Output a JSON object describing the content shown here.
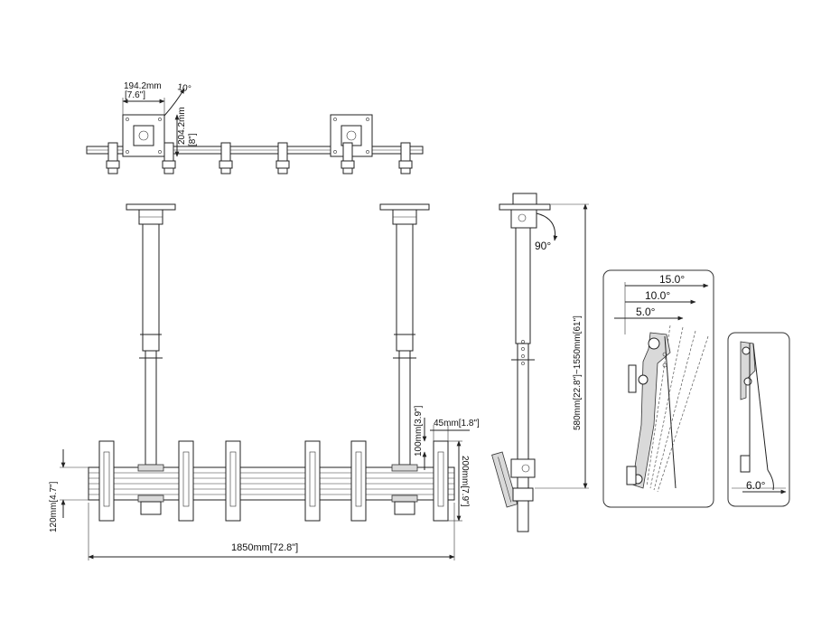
{
  "top_view": {
    "width_dim": "194.2mm",
    "width_dim_in": "[7.6\"]",
    "angle": "10°",
    "height_dim": "204.2mm",
    "height_dim_in": "[8\"]"
  },
  "front_view": {
    "total_width": "1850mm[72.8\"]",
    "height_dim": "120mm[4.7\"]",
    "bracket_height": "200mm[7.9\"]",
    "spacing": "100mm[3.9\"]",
    "bracket_width": "45mm[1.8\"]"
  },
  "side_view": {
    "rotation": "90°",
    "pole_length": "580mm[22.8\"]~1550mm[61\"]"
  },
  "tilt_detail": {
    "angles": [
      "15.0°",
      "10.0°",
      "5.0°"
    ]
  },
  "small_detail": {
    "angle": "6.0°"
  }
}
